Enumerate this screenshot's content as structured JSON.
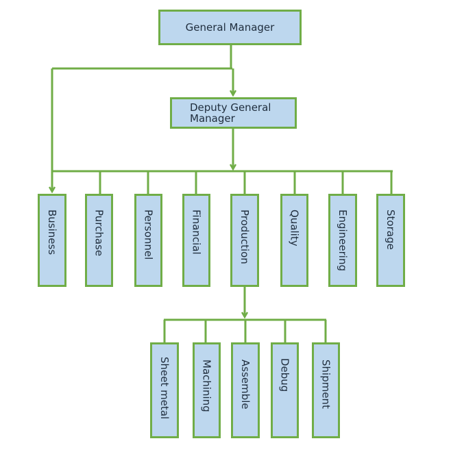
{
  "diagram": {
    "top": {
      "general_manager": "General Manager",
      "deputy_general_manager": "Deputy General Manager"
    },
    "departments": [
      "Business",
      "Purchase",
      "Personnel",
      "Financial",
      "Production",
      "Quality",
      "Engineering",
      "Storage"
    ],
    "production_units": [
      "Sheet metal",
      "Machining",
      "Assemble",
      "Debug",
      "Shipment"
    ]
  },
  "colors": {
    "box_fill": "#bdd7ee",
    "box_border": "#70ad47",
    "connector": "#70ad47",
    "text": "#1f2d3d"
  }
}
